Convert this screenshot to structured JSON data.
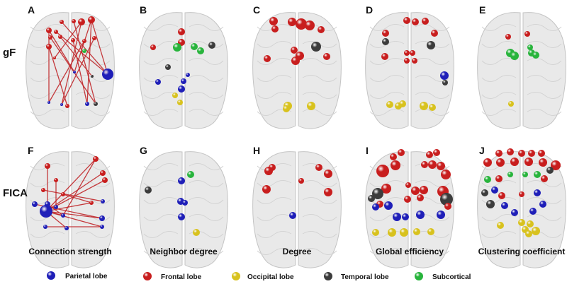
{
  "colors": {
    "parietal": "#1f1fb8",
    "frontal": "#c81e1e",
    "occipital": "#d8c21e",
    "temporal": "#3c3c3c",
    "subcortical": "#28b43c",
    "connection": "#c0262a"
  },
  "row_labels": [
    "gF",
    "FICA"
  ],
  "column_labels": [
    "Connection strength",
    "Neighbor degree",
    "Degree",
    "Global efficiency",
    "Clustering coefficient"
  ],
  "legend": [
    {
      "key": "parietal",
      "label": "Parietal lobe"
    },
    {
      "key": "frontal",
      "label": "Frontal lobe"
    },
    {
      "key": "occipital",
      "label": "Occipital lobe"
    },
    {
      "key": "temporal",
      "label": "Temporal lobe"
    },
    {
      "key": "subcortical",
      "label": "Subcortical"
    }
  ],
  "panels": [
    {
      "letter": "A",
      "row": 0,
      "col": 0,
      "type": "network"
    },
    {
      "letter": "B",
      "row": 0,
      "col": 1,
      "type": "nodes"
    },
    {
      "letter": "C",
      "row": 0,
      "col": 2,
      "type": "nodes"
    },
    {
      "letter": "D",
      "row": 0,
      "col": 3,
      "type": "nodes"
    },
    {
      "letter": "E",
      "row": 0,
      "col": 4,
      "type": "nodes"
    },
    {
      "letter": "F",
      "row": 1,
      "col": 0,
      "type": "network"
    },
    {
      "letter": "G",
      "row": 1,
      "col": 1,
      "type": "nodes"
    },
    {
      "letter": "H",
      "row": 1,
      "col": 2,
      "type": "nodes"
    },
    {
      "letter": "I",
      "row": 1,
      "col": 3,
      "type": "nodes"
    },
    {
      "letter": "J",
      "row": 1,
      "col": 4,
      "type": "nodes"
    }
  ]
}
